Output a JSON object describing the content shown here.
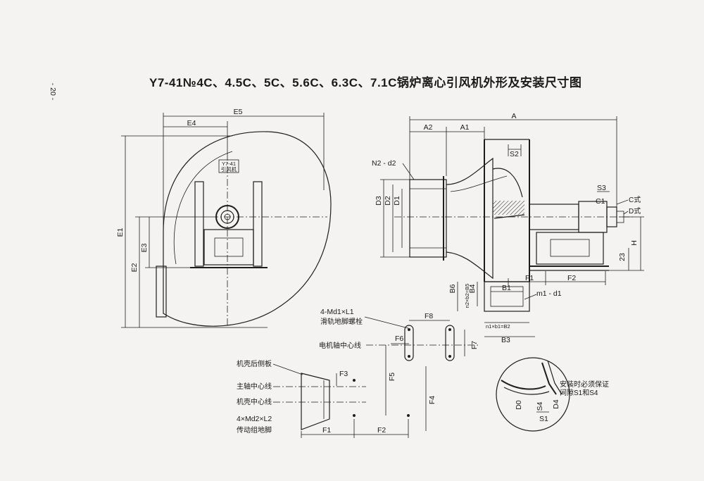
{
  "page_number": "- 20 -",
  "title": "Y7-41№4C、4.5C、5C、5.6C、6.3C、7.1C锅炉离心引风机外形及安装尺寸图",
  "nameplate": {
    "line1": "Y7-41",
    "line2": "引风机"
  },
  "front_view": {
    "E5": "E5",
    "E4": "E4",
    "E1": "E1",
    "E2": "E2",
    "E3": "E3"
  },
  "side_view": {
    "A": "A",
    "A1": "A1",
    "A2": "A2",
    "S2": "S2",
    "S3": "S3",
    "N2d2": "N2 - d2",
    "D3": "D3",
    "D2": "D2",
    "D1": "D1",
    "C_style": "C式",
    "D_style": "D式",
    "C1": "C1",
    "H": "H",
    "H23": "23",
    "F1": "F1",
    "F2": "F2",
    "B6": "B6",
    "B4": "B4",
    "B1": "B1",
    "m1d1": "m1 - d1",
    "n2b2": "n2×b2=B5",
    "n1b1": "n1×b1=B2",
    "B3": "B3"
  },
  "rail_detail": {
    "bolt_label": "4-Md1×L1",
    "bolt_desc": "滑轨地脚螺栓",
    "F8": "F8",
    "F6": "F6",
    "F7": "F7",
    "F5": "F5",
    "F4": "F4",
    "motor_axis": "电机轴中心线"
  },
  "base_detail": {
    "casing_back": "机壳后侧板",
    "main_axis": "主轴中心线",
    "casing_center": "机壳中心线",
    "bolt_label": "4×Md2×L2",
    "base_desc": "传动组地脚",
    "F3": "F3",
    "F1": "F1",
    "F2": "F2"
  },
  "clearance_detail": {
    "note_line1": "安装时必须保证",
    "note_line2": "间隙S1和S4",
    "D0": "D0",
    "S4": "S4",
    "D4": "D4",
    "S1": "S1"
  }
}
